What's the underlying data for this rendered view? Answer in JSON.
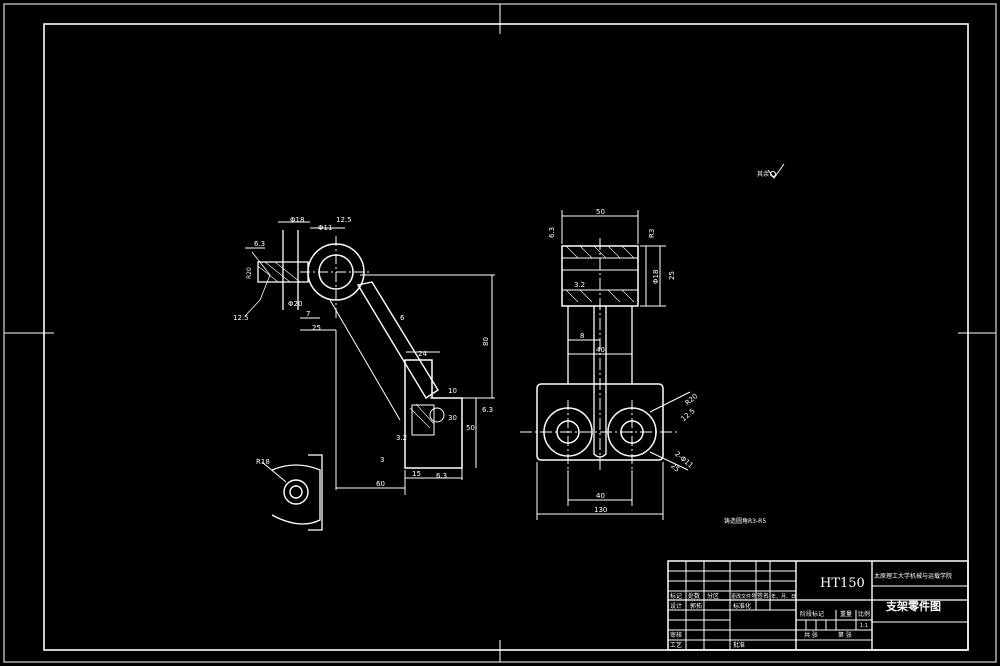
{
  "drawing": {
    "material": "HT150",
    "part_name": "支架零件图",
    "organization": "太原理工大学机械与运载学院",
    "technical_requirement": "铸造圆角R3-R5",
    "surface_note": "其余",
    "side_view": {
      "dim_phi18": "Φ18",
      "dim_phi11": "Φ11",
      "rough_12_5_a": "12.5",
      "rough_6_3_a": "6.3",
      "dim_r20": "R20",
      "rough_12_5_b": "12.5",
      "dim_phi20": "Φ20",
      "dim_7": "7",
      "dim_25": "25",
      "dim_6": "6",
      "dim_24": "24",
      "dim_80": "80",
      "dim_10": "10",
      "rough_6_3_b": "6.3",
      "dim_30": "30",
      "dim_50": "50",
      "dim_15": "15",
      "rough_6_3_c": "6.3",
      "dim_60": "60",
      "dim_3": "3",
      "rough_3_2": "3.2",
      "dim_r18": "R18"
    },
    "front_view": {
      "dim_50": "50",
      "rough_6_3": "6.3",
      "dim_r3": "R3",
      "dim_phi18": "Φ18",
      "dim_25": "25",
      "rough_3_2": "3.2",
      "dim_8": "8",
      "dim_40_top": "40",
      "dim_r20": "R20",
      "rough_12_5": "12.5",
      "dim_2xphi": "2-Φ11",
      "rough_25": "25",
      "dim_40_bot": "40",
      "dim_130": "130"
    },
    "title_block": {
      "row_labels": [
        "标记",
        "处数",
        "分区",
        "更改文件号",
        "签名",
        "年、月、日"
      ],
      "designer_label": "设计",
      "designer_name": "郭拓",
      "std_label": "标准化",
      "stage_label": "阶段标记",
      "weight_label": "重量",
      "scale_label": "比例",
      "review_label": "审核",
      "process_label": "工艺",
      "approve_label": "批准",
      "sheet_total": "共 张",
      "sheet_no": "第 张",
      "scale_value": "1:1"
    }
  }
}
